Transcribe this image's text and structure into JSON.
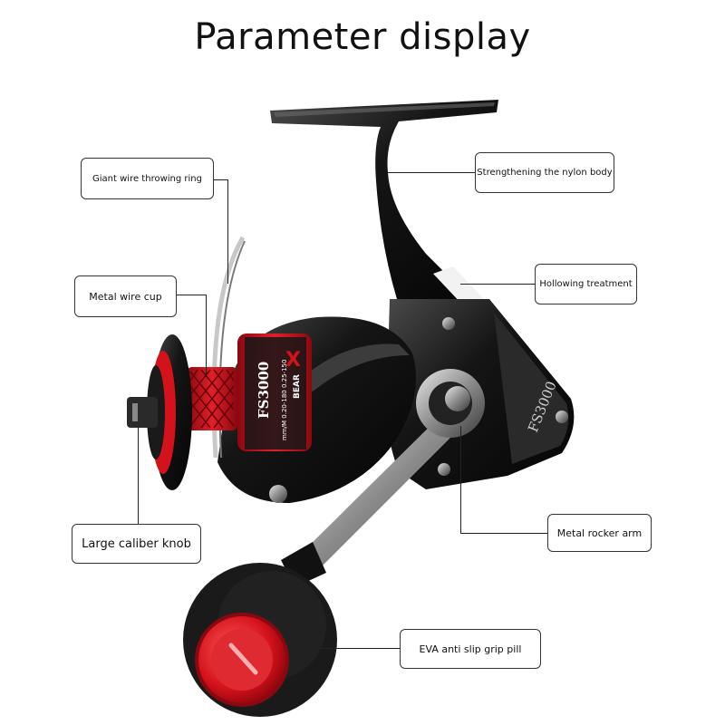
{
  "title": "Parameter display",
  "model_label": "FS3000",
  "spool_text": {
    "model": "FS3000",
    "spec_line_1": "mm/M 0.20-180 0.25-150",
    "brand": "BEAR"
  },
  "callouts": {
    "giant_wire_throwing_ring": "Giant wire throwing ring",
    "metal_wire_cup": "Metal wire cup",
    "large_caliber_knob": "Large caliber knob",
    "strengthening_nylon_body": "Strengthening the nylon body",
    "hollowing_treatment": "Hollowing treatment",
    "metal_rocker_arm": "Metal rocker arm",
    "eva_grip": "EVA anti slip grip pill"
  },
  "colors": {
    "accent_red": "#d4121c",
    "body_black": "#141414",
    "metal_silver": "#9a9a9a"
  }
}
